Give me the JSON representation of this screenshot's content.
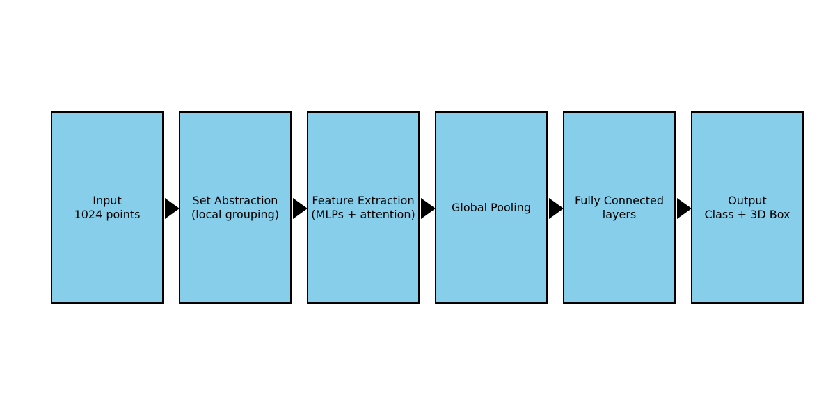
{
  "diagram": {
    "box_color": "#87CEEB",
    "border_color": "#000000",
    "arrow_color": "#000000",
    "blocks": [
      {
        "line1": "Input",
        "line2": "1024 points"
      },
      {
        "line1": "Set Abstraction",
        "line2": "(local grouping)"
      },
      {
        "line1": "Feature Extraction",
        "line2": "(MLPs + attention)"
      },
      {
        "line1": "Global Pooling",
        "line2": ""
      },
      {
        "line1": "Fully Connected",
        "line2": "layers"
      },
      {
        "line1": "Output",
        "line2": "Class + 3D Box"
      }
    ]
  }
}
